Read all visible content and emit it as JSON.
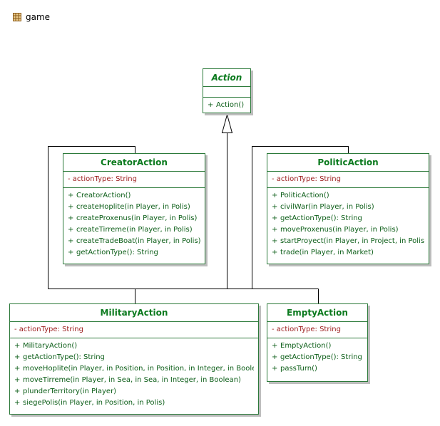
{
  "package": {
    "name": "game",
    "icon": "package-grid-icon"
  },
  "colors": {
    "border": "#2c7a3a",
    "title": "#0b7a1e",
    "attribute": "#9b1b1b",
    "operation": "#0b5d17",
    "shadow": "#bdbdbd",
    "connector": "#000000"
  },
  "classes": {
    "action": {
      "name": "Action",
      "abstract": true,
      "attributes": [],
      "operations": [
        {
          "visibility": "+",
          "signature": "Action()"
        }
      ]
    },
    "creator": {
      "name": "CreatorAction",
      "attributes": [
        {
          "text": "- actionType: String"
        }
      ],
      "operations": [
        {
          "visibility": "+",
          "signature": "CreatorAction()"
        },
        {
          "visibility": "+",
          "signature": "createHoplite(in Player, in Polis)"
        },
        {
          "visibility": "+",
          "signature": "createProxenus(in Player, in Polis)"
        },
        {
          "visibility": "+",
          "signature": "createTirreme(in Player, in Polis)"
        },
        {
          "visibility": "+",
          "signature": "createTradeBoat(in Player, in Polis)"
        },
        {
          "visibility": "+",
          "signature": "getActionType(): String"
        }
      ]
    },
    "politic": {
      "name": "PoliticAction",
      "attributes": [
        {
          "text": "- actionType: String"
        }
      ],
      "operations": [
        {
          "visibility": "+",
          "signature": "PoliticAction()"
        },
        {
          "visibility": "+",
          "signature": "civilWar(in Player, in Polis)"
        },
        {
          "visibility": "+",
          "signature": "getActionType(): String"
        },
        {
          "visibility": "+",
          "signature": "moveProxenus(in Player, in Polis)"
        },
        {
          "visibility": "+",
          "signature": "startProyect(in Player, in Project, in Polis)"
        },
        {
          "visibility": "+",
          "signature": "trade(in Player, in Market)"
        }
      ]
    },
    "military": {
      "name": "MilitaryAction",
      "attributes": [
        {
          "text": "- actionType: String"
        }
      ],
      "operations": [
        {
          "visibility": "+",
          "signature": "MilitaryAction()"
        },
        {
          "visibility": "+",
          "signature": "getActionType(): String"
        },
        {
          "visibility": "+",
          "signature": "moveHoplite(in Player, in Position, in Position, in Integer, in Boolean)"
        },
        {
          "visibility": "+",
          "signature": "moveTirreme(in Player, in Sea, in Sea, in Integer, in Boolean)"
        },
        {
          "visibility": "+",
          "signature": "plunderTerritory(in Player)"
        },
        {
          "visibility": "+",
          "signature": "siegePolis(in Player, in Position, in Polis)"
        }
      ]
    },
    "empty": {
      "name": "EmptyAction",
      "attributes": [
        {
          "text": "- actionType: String"
        }
      ],
      "operations": [
        {
          "visibility": "+",
          "signature": "EmptyAction()"
        },
        {
          "visibility": "+",
          "signature": "getActionType(): String"
        },
        {
          "visibility": "+",
          "signature": "passTurn()"
        }
      ]
    }
  }
}
